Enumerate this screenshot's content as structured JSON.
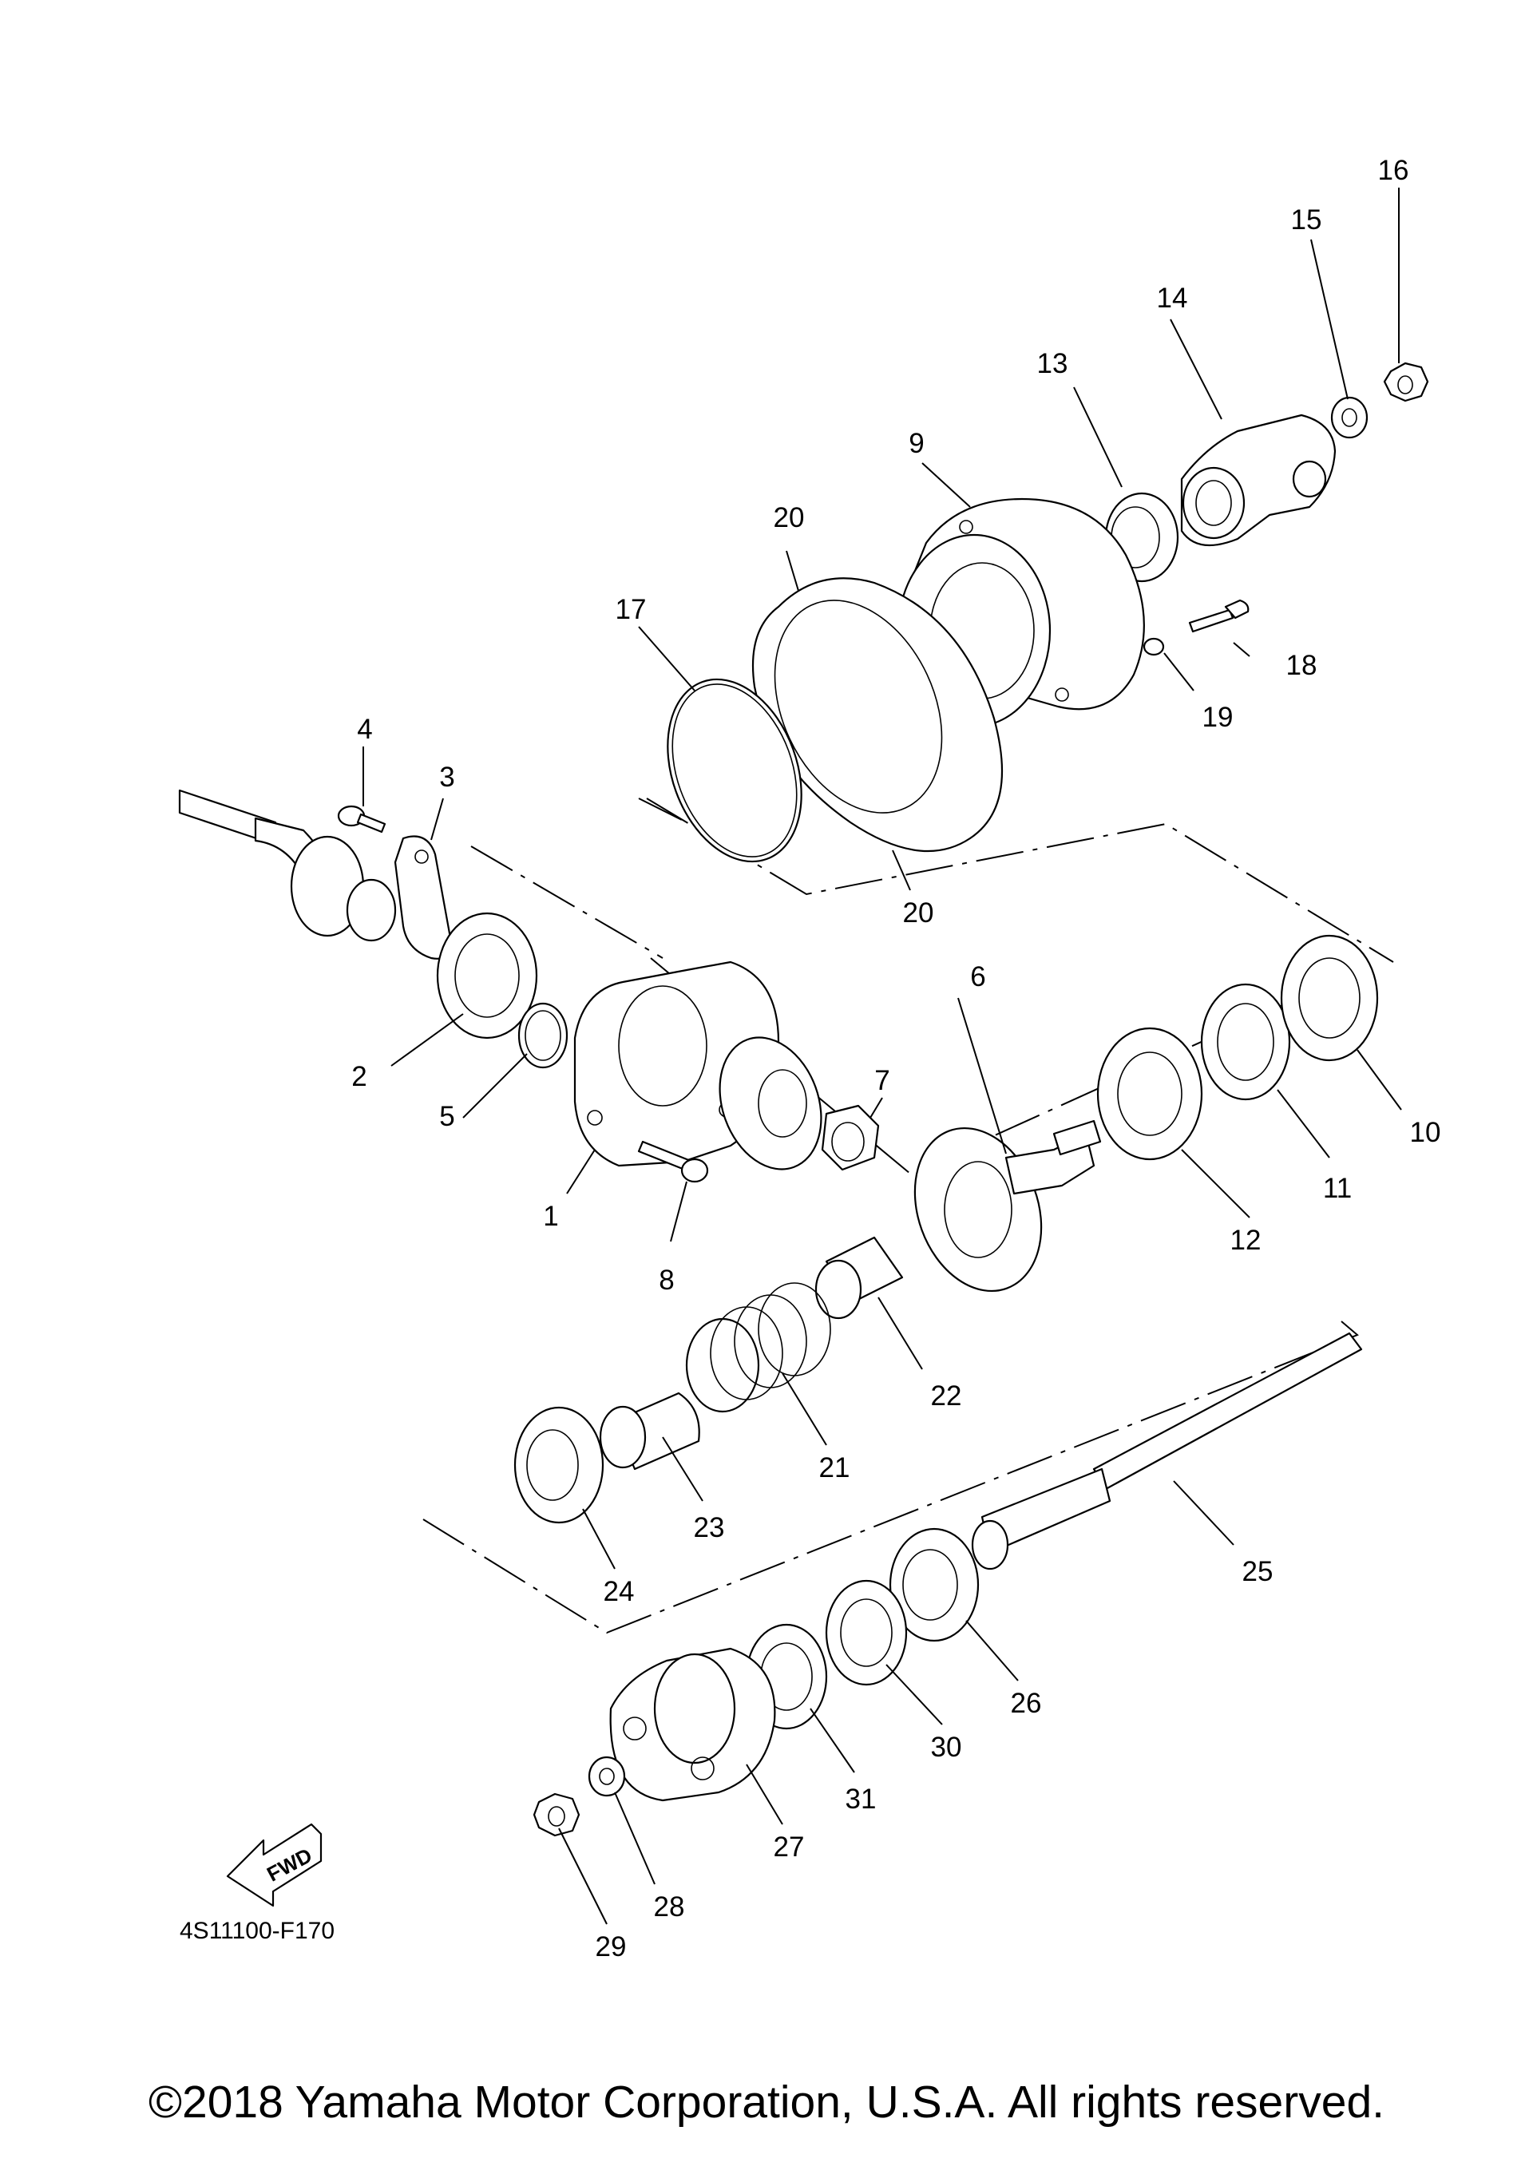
{
  "diagram": {
    "ref_code": "4S11100-F170",
    "fwd_label": "FWD",
    "copyright": "©2018 Yamaha Motor Corporation, U.S.A. All rights reserved.",
    "callouts": [
      "1",
      "2",
      "3",
      "4",
      "5",
      "6",
      "7",
      "8",
      "9",
      "10",
      "11",
      "12",
      "13",
      "14",
      "15",
      "16",
      "17",
      "18",
      "19",
      "20",
      "20",
      "21",
      "22",
      "23",
      "24",
      "25",
      "26",
      "27",
      "28",
      "29",
      "30",
      "31"
    ]
  }
}
